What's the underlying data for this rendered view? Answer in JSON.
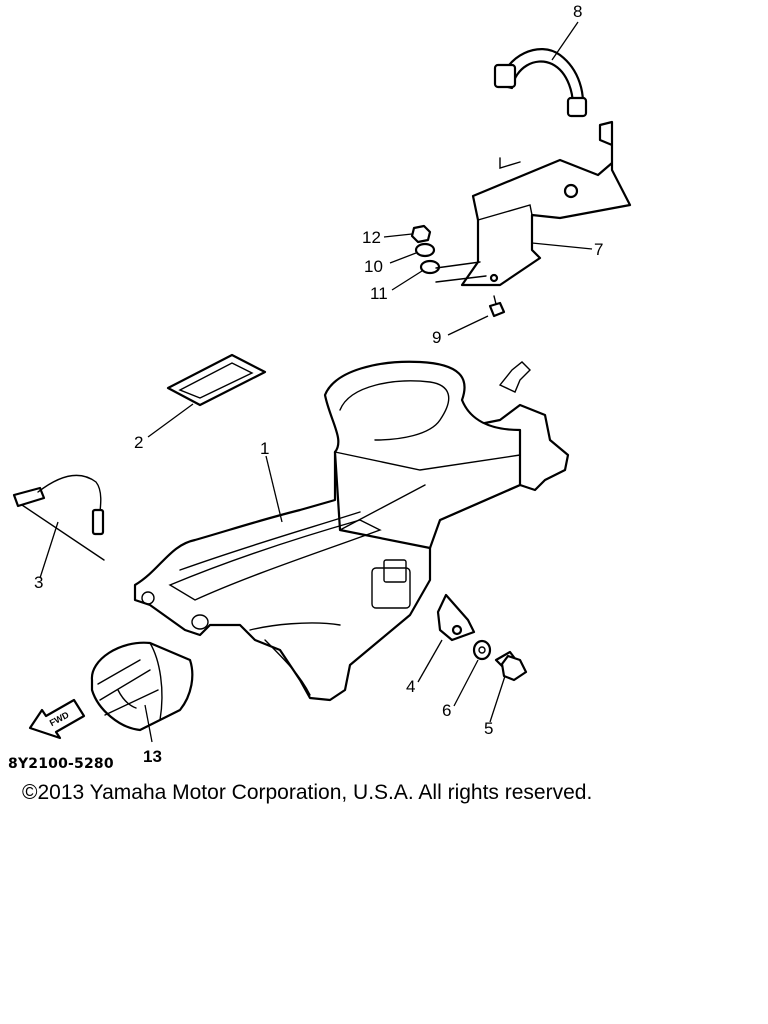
{
  "diagram": {
    "code": "8Y2100-5280",
    "fwd_label": "FWD",
    "callouts": {
      "c1": "1",
      "c2": "2",
      "c3": "3",
      "c4": "4",
      "c5": "5",
      "c6": "6",
      "c7": "7",
      "c8": "8",
      "c9": "9",
      "c10": "10",
      "c11": "11",
      "c12": "12",
      "c13": "13"
    }
  },
  "footer": {
    "copyright": "©2013 Yamaha Motor Corporation, U.S.A. All rights reserved."
  }
}
